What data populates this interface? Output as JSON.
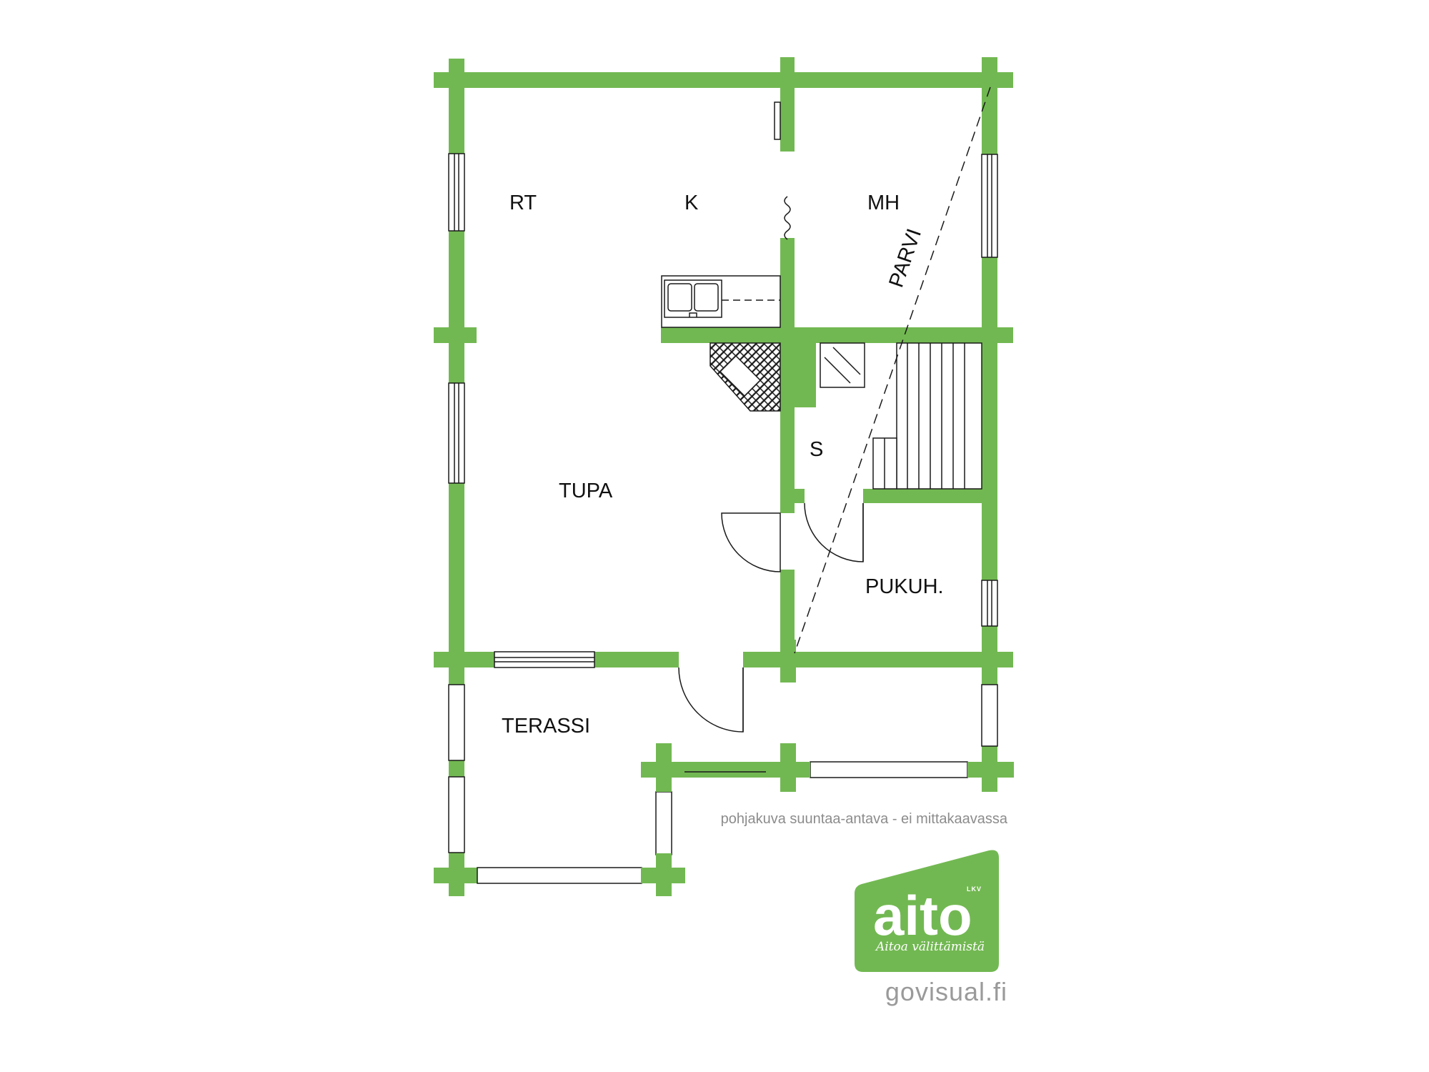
{
  "colors": {
    "wall": "#72b852",
    "line": "#1a1a1a",
    "logo_bg": "#72b852",
    "note_text": "#8c8c8c"
  },
  "rooms": {
    "rt": "RT",
    "k": "K",
    "mh": "MH",
    "parvi": "PARVI",
    "tupa": "TUPA",
    "s": "S",
    "pukuh": "PUKUH.",
    "terassi": "TERASSI"
  },
  "note": "pohjakuva suuntaa-antava - ei mittakaavassa",
  "logo": {
    "word": "aito",
    "lkv": "LKV",
    "tagline": "Aitoa välittämistä"
  },
  "website": "govisual.fi"
}
